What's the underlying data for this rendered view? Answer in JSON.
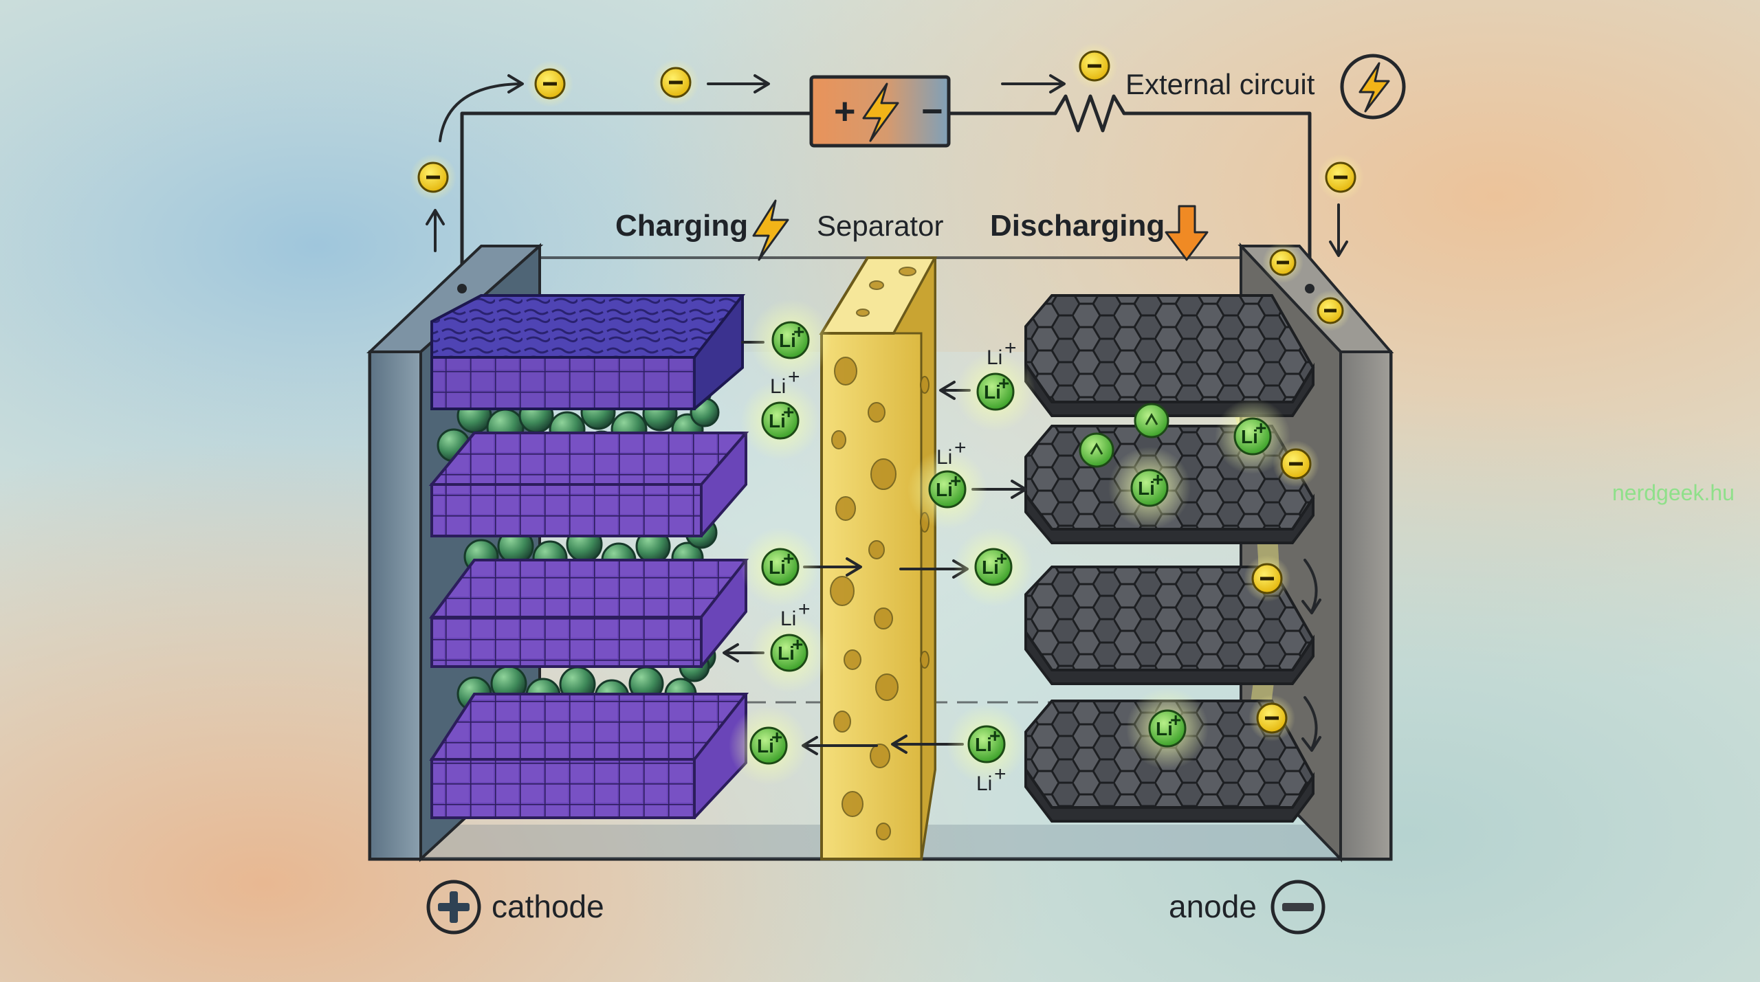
{
  "labels": {
    "external_circuit": "External circuit",
    "charging": "Charging",
    "separator": "Separator",
    "discharging": "Discharging",
    "cathode": "cathode",
    "anode": "anode",
    "watermark": "nerdgeek.hu",
    "ion": "Li",
    "ion_charge": "+",
    "battery_plus": "+",
    "battery_minus": "−"
  },
  "icons": {
    "battery": "battery-icon",
    "resistor": "resistor-icon",
    "lightning": "lightning-bolt-icon",
    "discharge_arrow": "down-arrow-icon",
    "cathode_symbol": "plus-circle-icon",
    "anode_symbol": "minus-circle-icon",
    "electron": "electron-minus-icon",
    "lithium_ion": "lithium-ion-icon"
  },
  "colors": {
    "cathode": "#5b3fa8",
    "cathode_particles": "#3f8a5a",
    "separator": "#e8c94a",
    "anode": "#3a3d42",
    "electron": "#f3d21f",
    "lithium_ion": "#5cc23e",
    "lightning": "#f2b418",
    "discharge_arrow": "#f08a24",
    "watermark": "#8fe08a"
  }
}
